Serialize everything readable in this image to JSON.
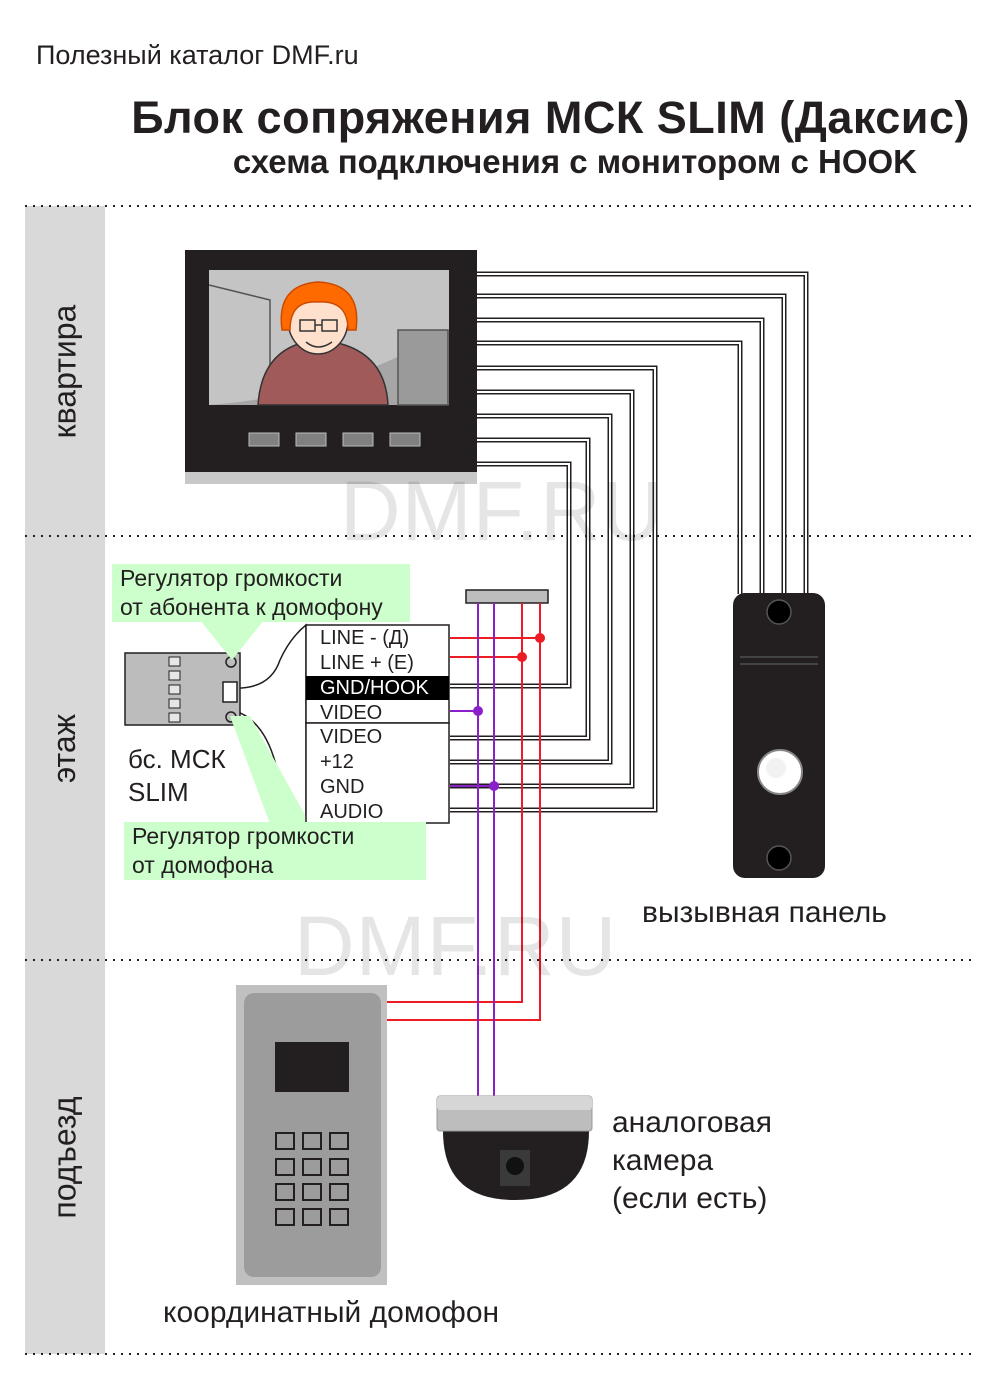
{
  "header": {
    "catalog": "Полезный каталог DMF.ru",
    "title": "Блок сопряжения МСК SLIM (Даксис)",
    "subtitle": "схема подключения с монитором с HOOK"
  },
  "zones": {
    "apartment": "квартира",
    "floor": "этаж",
    "entrance": "подъезд"
  },
  "watermark": "DMF.RU",
  "block": {
    "name_line1": "бс. МСК",
    "name_line2": "SLIM"
  },
  "regulators": {
    "subscriber_line1": "Регулятор громкости",
    "subscriber_line2": "от абонента к домофону",
    "intercom_line1": "Регулятор громкости",
    "intercom_line2": "от домофона"
  },
  "terminals": [
    "LINE - (Д)",
    "LINE + (Е)",
    "GND/HOOK",
    "VIDEO",
    "VIDEO",
    "+12",
    "GND",
    "AUDIO"
  ],
  "devices": {
    "call_panel": "вызывная панель",
    "camera_line1": "аналоговая",
    "camera_line2": "камера",
    "camera_line3": "(если есть)",
    "intercom": "координатный домофон"
  },
  "colors": {
    "line_red": "#ed1c24",
    "video_purple": "#8b1fc9",
    "zone_bar": "#d9d9d9",
    "regulator_bg": "#ccffcc",
    "monitor_body": "#231f20"
  }
}
